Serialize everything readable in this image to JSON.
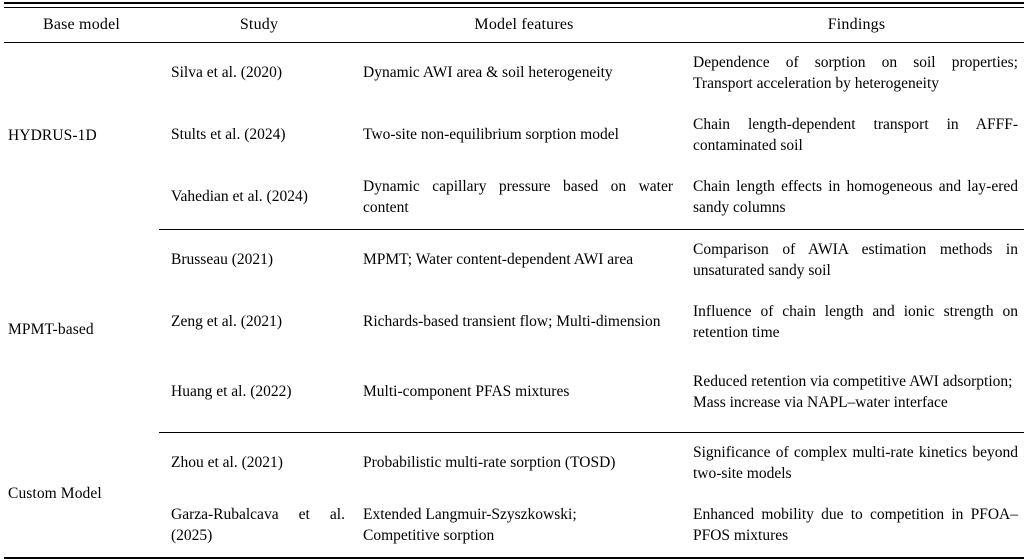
{
  "table": {
    "headers": {
      "base_model": "Base model",
      "study": "Study",
      "model_features": "Model features",
      "findings": "Findings"
    },
    "sections": [
      {
        "base_model": "HYDRUS-1D",
        "rows": [
          {
            "study": "Silva et al. (2020)",
            "features": "Dynamic AWI area & soil heterogeneity",
            "findings": "Dependence of sorption on soil properties; Transport acceleration by heterogeneity"
          },
          {
            "study": "Stults et al. (2024)",
            "features": "Two-site non-equilibrium sorption model",
            "findings": "Chain length-dependent transport in AFFF-contaminated soil"
          },
          {
            "study": "Vahedian et al. (2024)",
            "features": "Dynamic capillary pressure based on water content",
            "findings": "Chain length effects in homogeneous and lay-ered sandy columns"
          }
        ]
      },
      {
        "base_model": "MPMT-based",
        "rows": [
          {
            "study": "Brusseau (2021)",
            "features": "MPMT; Water content-dependent AWI area",
            "findings": "Comparison of AWIA estimation methods in unsaturated sandy soil"
          },
          {
            "study": "Zeng et al. (2021)",
            "features": "Richards-based transient flow; Multi-dimension",
            "findings": "Influence of chain length and ionic strength on retention time"
          },
          {
            "study": "Huang et al. (2022)",
            "features": "Multi-component PFAS mixtures",
            "findings_line1": "Reduced retention via competitive AWI adsorption;",
            "findings_line2": "Mass increase via NAPL–water interface"
          }
        ]
      },
      {
        "base_model": "Custom Model",
        "rows": [
          {
            "study": "Zhou et al. (2021)",
            "features": "Probabilistic multi-rate sorption (TOSD)",
            "findings": "Significance of complex multi-rate kinetics beyond two-site models"
          },
          {
            "study": "Garza-Rubalcava et al. (2025)",
            "features_line1": "Extended Langmuir-Szyszkowski;",
            "features_line2": "Competitive sorption",
            "findings": "Enhanced mobility due to competition in PFOA–PFOS mixtures"
          }
        ]
      }
    ]
  },
  "colors": {
    "text": "#000000",
    "rule": "#000000",
    "background": "#ffffff"
  }
}
